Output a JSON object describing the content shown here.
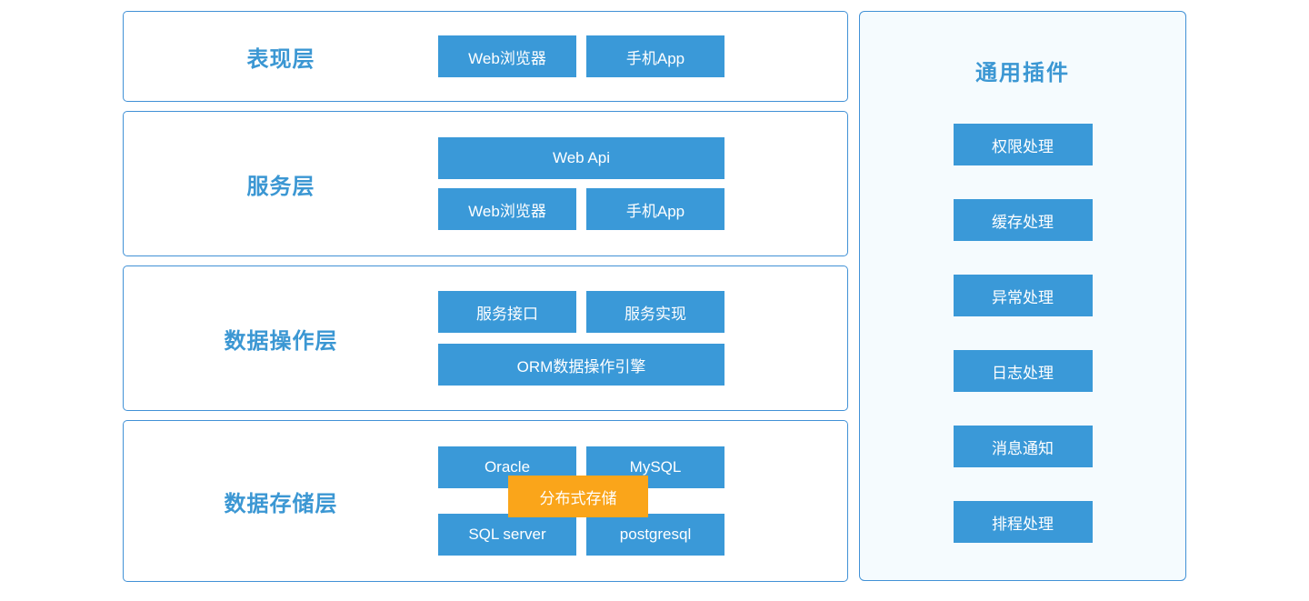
{
  "colors": {
    "node_blue": "#3a99d8",
    "overlay_orange": "#faa51a",
    "label_blue": "#3b97d3",
    "border_blue": "#4191d6",
    "panel_background": "#f5fbfe",
    "node_text": "#ffffff"
  },
  "layers": [
    {
      "label": "表现层",
      "rows": [
        {
          "cells": [
            "Web浏览器",
            "手机App"
          ]
        }
      ]
    },
    {
      "label": "服务层",
      "rows": [
        {
          "cells": [
            "Web Api"
          ]
        },
        {
          "cells": [
            "Web浏览器",
            "手机App"
          ]
        }
      ]
    },
    {
      "label": "数据操作层",
      "rows": [
        {
          "cells": [
            "服务接口",
            "服务实现"
          ]
        },
        {
          "cells": [
            "ORM数据操作引擎"
          ]
        }
      ]
    },
    {
      "label": "数据存储层",
      "rows": [
        {
          "cells": [
            "Oracle",
            "MySQL"
          ]
        },
        {
          "cells": [
            "SQL server",
            "postgresql"
          ]
        }
      ],
      "overlay": "分布式存储"
    }
  ],
  "plugins": {
    "title": "通用插件",
    "items": [
      "权限处理",
      "缓存处理",
      "异常处理",
      "日志处理",
      "消息通知",
      "排程处理"
    ]
  }
}
